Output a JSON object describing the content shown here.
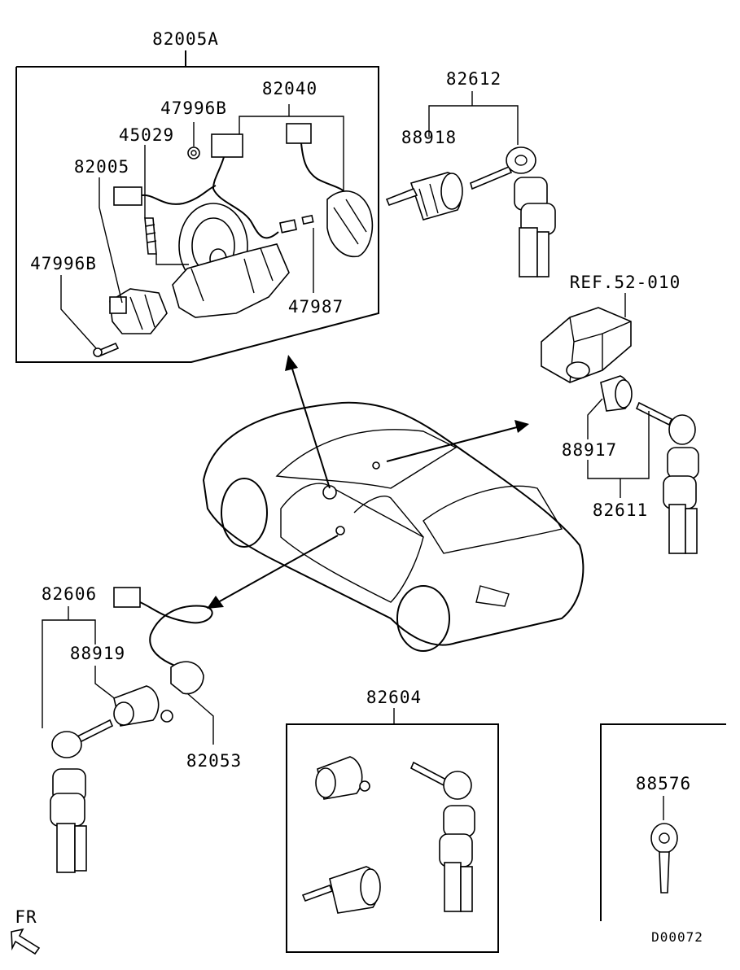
{
  "diagram": {
    "labels": {
      "p82005A": "82005A",
      "p82040": "82040",
      "p47996B_top": "47996B",
      "p45029": "45029",
      "p82005": "82005",
      "p47996B_left": "47996B",
      "p47987": "47987",
      "p82612": "82612",
      "p88918": "88918",
      "ref52010": "REF.52-010",
      "p88917": "88917",
      "p82611": "82611",
      "p82606": "82606",
      "p88919": "88919",
      "p82053": "82053",
      "p82604": "82604",
      "p88576": "88576",
      "front": "FR",
      "code": "D00072"
    }
  }
}
